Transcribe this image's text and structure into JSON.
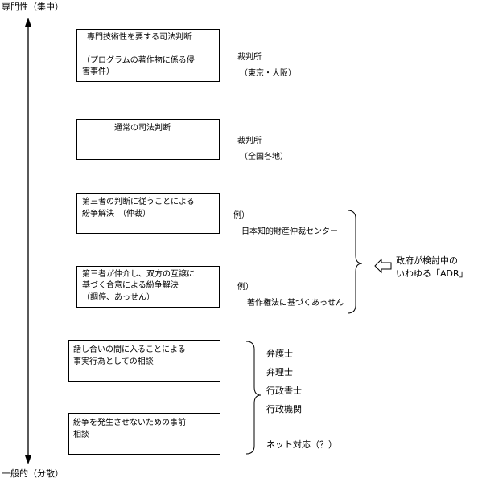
{
  "axis": {
    "top_label": "専門性（集中）",
    "bottom_label": "一般的（分散）"
  },
  "boxes": [
    {
      "id": "specialized-judgment",
      "lines": [
        "専門技術性を要する司法判断",
        "（プログラムの著作物に係る侵",
        "害事件）"
      ]
    },
    {
      "id": "ordinary-judgment",
      "lines": [
        "通常の司法判断"
      ]
    },
    {
      "id": "arbitration",
      "lines": [
        "第三者の判断に従うことによる",
        "紛争解決　（仲裁）"
      ]
    },
    {
      "id": "mediation",
      "lines": [
        "第三者が仲介し、双方の互譲に",
        "基づく合意による紛争解決",
        "（調停、あっせん）"
      ]
    },
    {
      "id": "consultation",
      "lines": [
        "話し合いの間に入ることによる",
        "事実行為としての相談"
      ]
    },
    {
      "id": "prevention",
      "lines": [
        "紛争を発生させないための事前",
        "相談"
      ]
    }
  ],
  "labels": {
    "court_1": "裁判所",
    "court_1_sub": "（東京・大阪）",
    "court_2": "裁判所",
    "court_2_sub": "（全国各地）",
    "example_1": "例）",
    "example_1_text": "日本知的財産仲裁センター",
    "example_2": "例）",
    "example_2_text": "著作権法に基づくあっせん",
    "adr_line1": "政府が検討中の",
    "adr_line2": "いわゆる「ADR」"
  },
  "consultants": [
    "弁護士",
    "弁理士",
    "行政書士",
    "行政機関",
    "ネット対応（？）"
  ]
}
